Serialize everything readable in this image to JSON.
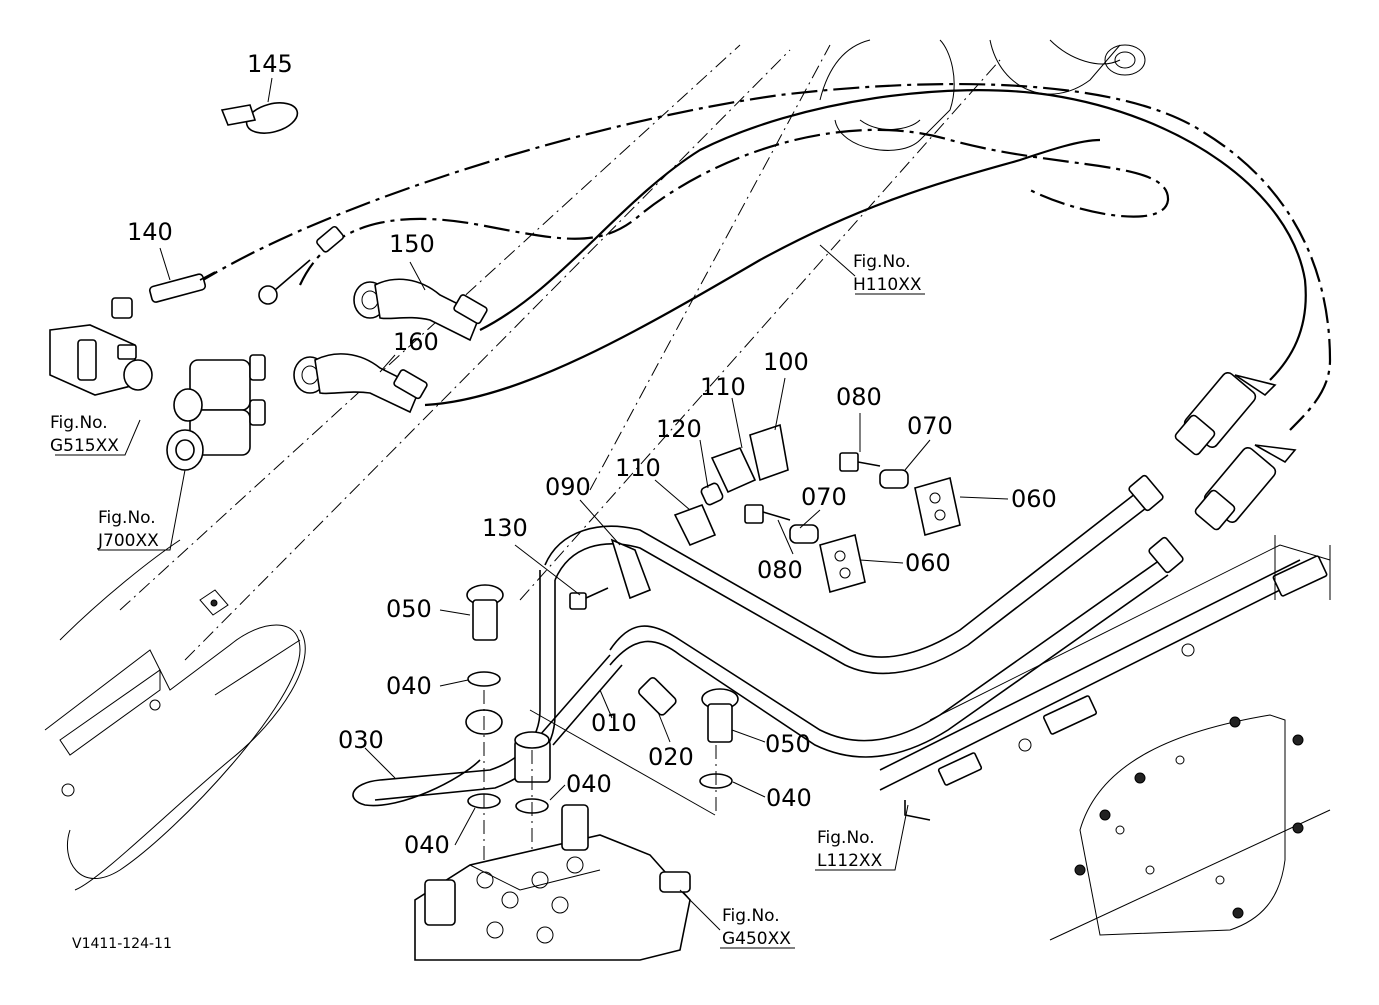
{
  "diagram": {
    "drawing_code": "V1411-124-11",
    "callouts": [
      {
        "id": "c145",
        "label": "145"
      },
      {
        "id": "c140",
        "label": "140"
      },
      {
        "id": "c150",
        "label": "150"
      },
      {
        "id": "c160",
        "label": "160"
      },
      {
        "id": "c100",
        "label": "100"
      },
      {
        "id": "c110a",
        "label": "110"
      },
      {
        "id": "c120",
        "label": "120"
      },
      {
        "id": "c110b",
        "label": "110"
      },
      {
        "id": "c080a",
        "label": "080"
      },
      {
        "id": "c070a",
        "label": "070"
      },
      {
        "id": "c060a",
        "label": "060"
      },
      {
        "id": "c070b",
        "label": "070"
      },
      {
        "id": "c080b",
        "label": "080"
      },
      {
        "id": "c060b",
        "label": "060"
      },
      {
        "id": "c090",
        "label": "090"
      },
      {
        "id": "c130",
        "label": "130"
      },
      {
        "id": "c050a",
        "label": "050"
      },
      {
        "id": "c040a",
        "label": "040"
      },
      {
        "id": "c030",
        "label": "030"
      },
      {
        "id": "c010",
        "label": "010"
      },
      {
        "id": "c020",
        "label": "020"
      },
      {
        "id": "c050b",
        "label": "050"
      },
      {
        "id": "c040b",
        "label": "040"
      },
      {
        "id": "c040c",
        "label": "040"
      },
      {
        "id": "c040d",
        "label": "040"
      }
    ],
    "figure_refs": [
      {
        "id": "h110",
        "line1": "Fig.No.",
        "line2": "H110XX"
      },
      {
        "id": "g515",
        "line1": "Fig.No.",
        "line2": "G515XX"
      },
      {
        "id": "j700",
        "line1": "Fig.No.",
        "line2": "J700XX"
      },
      {
        "id": "l112",
        "line1": "Fig.No.",
        "line2": "L112XX"
      },
      {
        "id": "g450",
        "line1": "Fig.No.",
        "line2": "G450XX"
      }
    ]
  }
}
